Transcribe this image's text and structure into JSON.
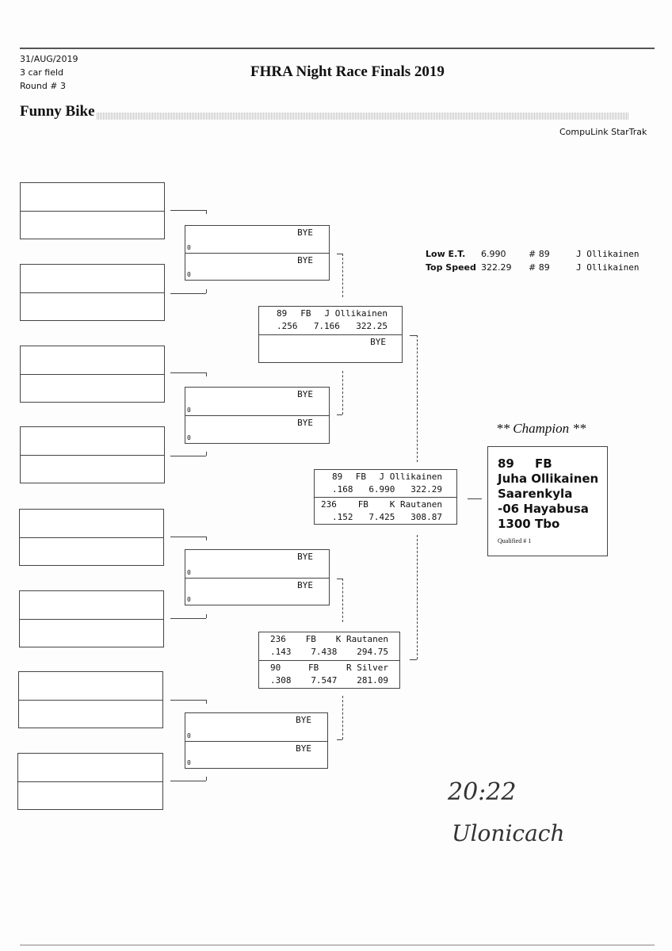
{
  "header": {
    "date": "31/AUG/2019",
    "field": "3 car field",
    "round": "Round # 3",
    "title": "FHRA Night Race Finals 2019",
    "class": "Funny Bike",
    "software": "CompuLink StarTrak"
  },
  "bye": "BYE",
  "zero": "0",
  "round3": [
    {
      "top": {
        "num": "89",
        "cls": "FB",
        "name": "J Ollikainen",
        "rt": ".256",
        "et": "7.166",
        "mph": "322.25"
      },
      "bottom": "BYE"
    },
    {
      "top": {
        "num": "236",
        "cls": "FB",
        "name": "K Rautanen",
        "rt": ".143",
        "et": "7.438",
        "mph": "294.75"
      },
      "bottom": {
        "num": "90",
        "cls": "FB",
        "name": "R Silver",
        "rt": ".308",
        "et": "7.547",
        "mph": "281.09"
      }
    }
  ],
  "final": {
    "top": {
      "num": "89",
      "cls": "FB",
      "name": "J Ollikainen",
      "rt": ".168",
      "et": "6.990",
      "mph": "322.29"
    },
    "bottom": {
      "num": "236",
      "cls": "FB",
      "name": "K Rautanen",
      "rt": ".152",
      "et": "7.425",
      "mph": "308.87"
    }
  },
  "stats": {
    "low_et_label": "Low  E.T.",
    "low_et": "6.990",
    "low_et_num": "# 89",
    "low_et_name": "J Ollikainen",
    "top_speed_label": "Top Speed",
    "top_speed": "322.29",
    "top_speed_num": "# 89",
    "top_speed_name": "J Ollikainen"
  },
  "champion": {
    "label": "** Champion **",
    "num_class": "89     FB",
    "name": "Juha Ollikainen",
    "town": "Saarenkyla",
    "vehicle": "-06 Hayabusa",
    "engine": "1300 Tbo",
    "qualified": "Qualified # 1"
  },
  "handwriting": {
    "time": "20:22",
    "signature": "Ulonicach"
  }
}
